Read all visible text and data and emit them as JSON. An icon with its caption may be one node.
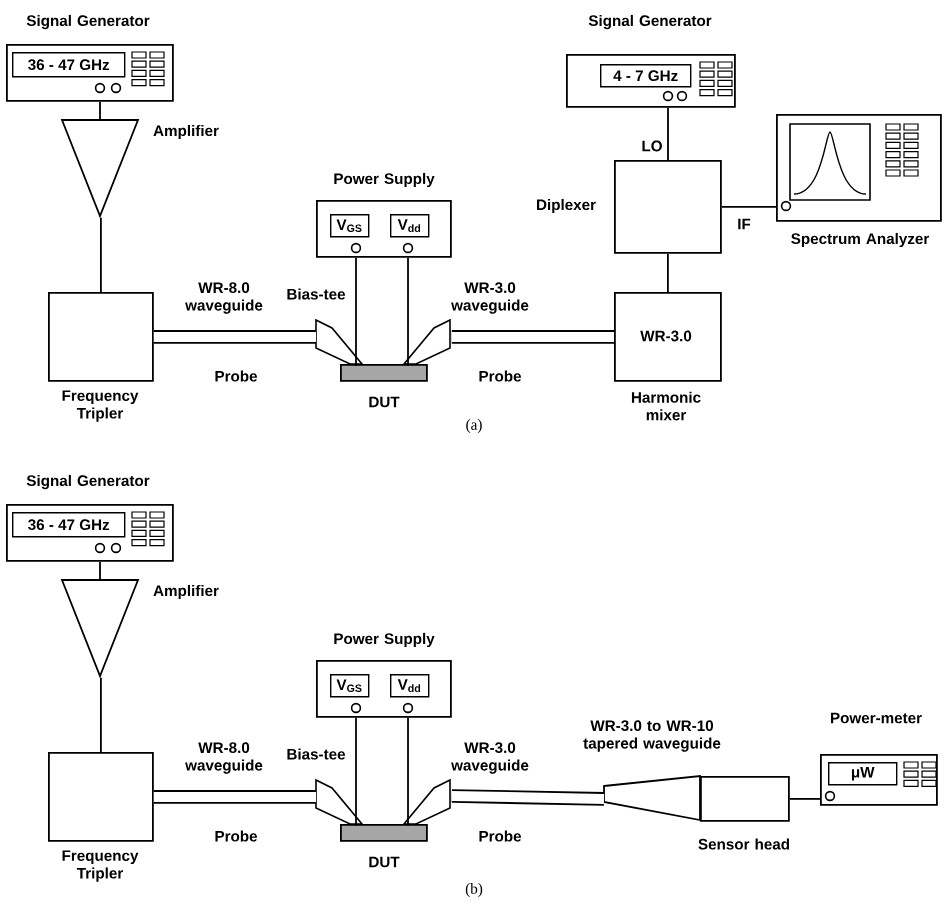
{
  "diagram": {
    "nodes": [
      {
        "text": [
          "Signal Generator",
          "36 - 47 GHz"
        ]
      },
      {
        "text": [],
        "shape": "triangle",
        "beside": [
          "Amplifier"
        ]
      },
      {
        "text": [
          "Frequency Tripler"
        ]
      },
      {
        "text": [
          "Power Supply",
          "V$_{GS}$",
          "V$_{dd}$"
        ]
      },
      {
        "text": [
          "DUT"
        ]
      },
      {
        "text": [
          "Signal Generator",
          "4 - 7 GHz"
        ]
      },
      {
        "text": [],
        "shape": "box",
        "beside": [
          "Diplexer"
        ]
      },
      {
        "text": [
          "Spectrum Analyzer"
        ]
      },
      {
        "text": [
          "WR-3.0",
          "Harmonic mixer"
        ]
      },
      {
        "text": [
          "Signal Generator",
          "36 - 47 GHz"
        ]
      },
      {
        "text": [],
        "shape": "triangle",
        "beside": [
          "Amplifier"
        ]
      },
      {
        "text": [
          "Frequency Tripler"
        ]
      },
      {
        "text": [
          "Power Supply",
          "V$_{GS}$",
          "V$_{dd}$"
        ]
      },
      {
        "text": [
          "DUT"
        ]
      },
      {
        "text": [
          "WR-3.0 to WR-10 tapered waveguide"
        ]
      },
      {
        "text": [
          "Sensor head"
        ]
      },
      {
        "text": [
          "Power-meter",
          "μW"
        ]
      },
      {
        "text": [],
        "shape": "probe"
      },
      {
        "text": [],
        "shape": "probe"
      },
      {
        "text": [],
        "shape": "probe"
      },
      {
        "text": [],
        "shape": "probe"
      }
    ],
    "edges": [
      {
        "from": 0,
        "to": 1,
        "arrow": "none"
      },
      {
        "from": 1,
        "to": 2,
        "arrow": "none"
      },
      {
        "from": 2,
        "to": 17,
        "arrow": "none",
        "style": "thick"
      },
      {
        "from": 3,
        "to": 17,
        "arrow": "none"
      },
      {
        "from": 3,
        "to": 18,
        "arrow": "none"
      },
      {
        "from": 18,
        "to": 8,
        "arrow": "none",
        "style": "thick"
      },
      {
        "from": 5,
        "to": 6,
        "arrow": "none",
        "label": "LO"
      },
      {
        "from": 6,
        "to": 7,
        "arrow": "none",
        "label": "IF"
      },
      {
        "from": 6,
        "to": 8,
        "arrow": "none"
      },
      {
        "from": 9,
        "to": 10,
        "arrow": "none"
      },
      {
        "from": 10,
        "to": 11,
        "arrow": "none"
      },
      {
        "from": 11,
        "to": 19,
        "arrow": "none",
        "style": "thick"
      },
      {
        "from": 12,
        "to": 19,
        "arrow": "none"
      },
      {
        "from": 12,
        "to": 20,
        "arrow": "none"
      },
      {
        "from": 20,
        "to": 14,
        "arrow": "none",
        "style": "thick"
      },
      {
        "from": 15,
        "to": 16,
        "arrow": "none"
      }
    ],
    "labels": [
      "WR-8.0 waveguide",
      "Bias-tee",
      "Probe",
      "WR-3.0 waveguide",
      "Probe",
      "(a)",
      "WR-8.0 waveguide",
      "Bias-tee",
      "Probe",
      "WR-3.0 waveguide",
      "Probe",
      "(b)"
    ]
  }
}
